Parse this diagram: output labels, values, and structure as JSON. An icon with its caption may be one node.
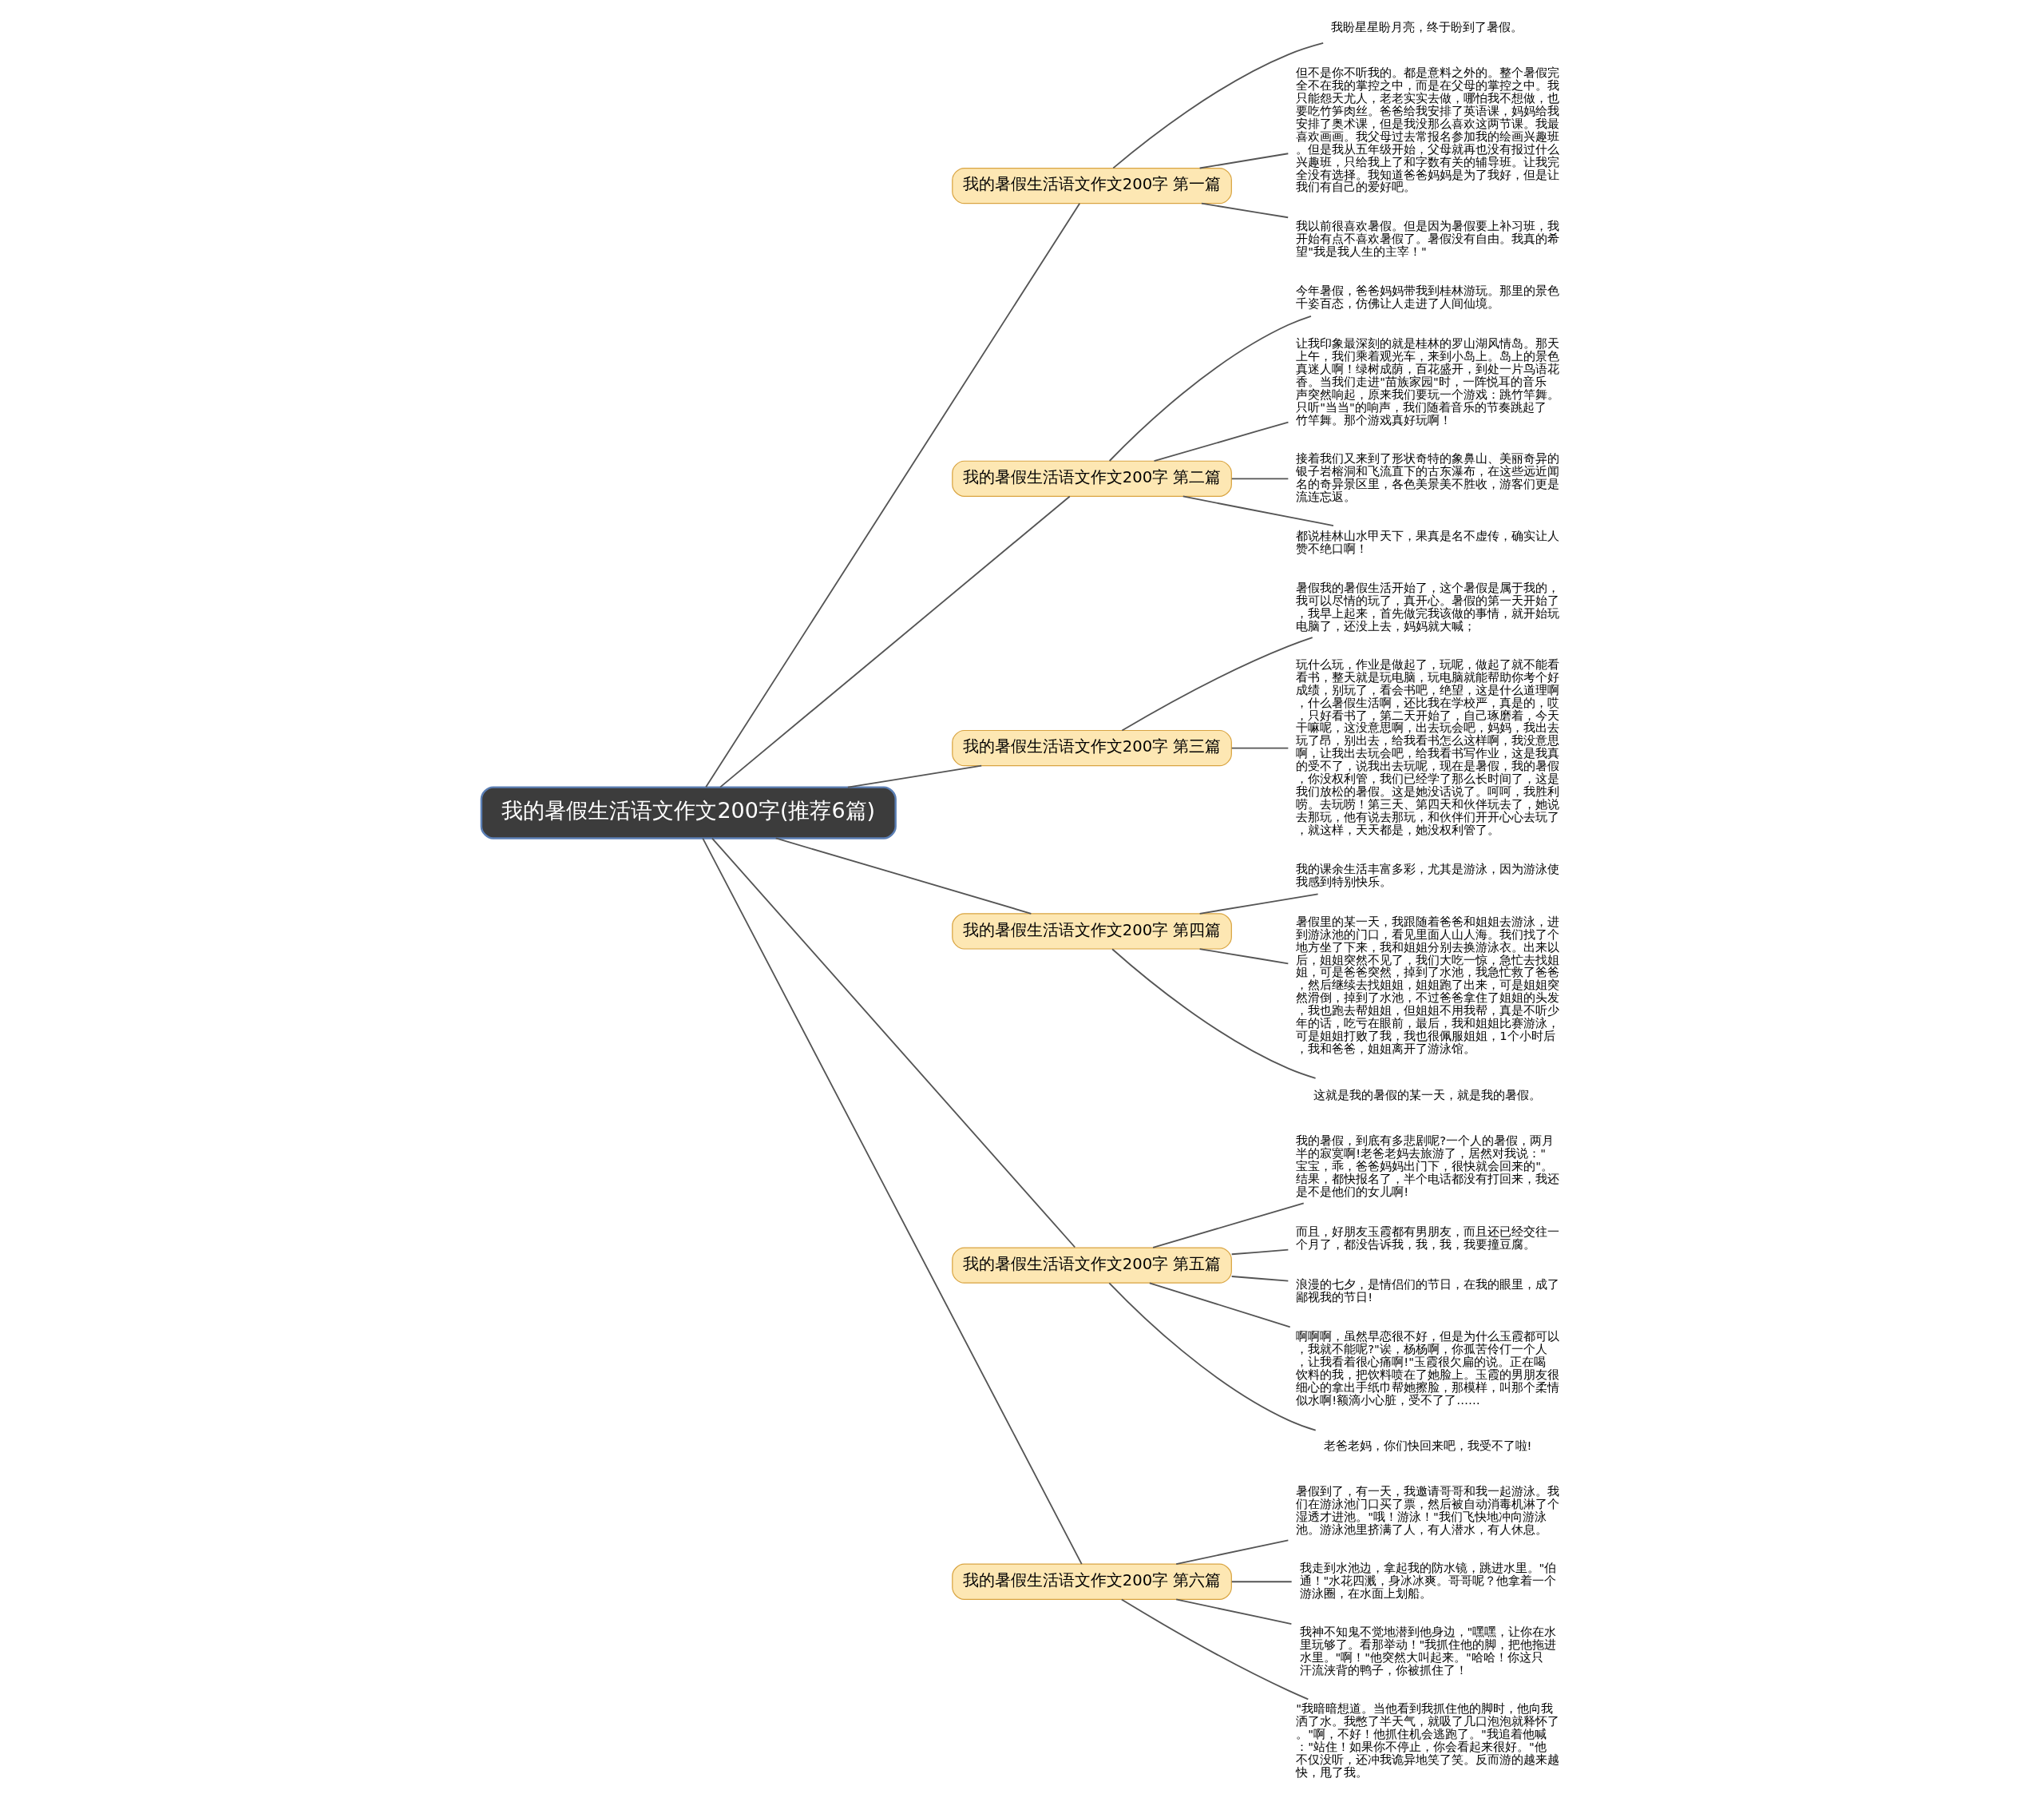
{
  "diagram": {
    "nodes": [
      {
        "text": [
          "我的暑假生活语文作文200字(推荐6篇)"
        ]
      },
      {
        "text": [
          "我的暑假生活语文作文200字 第一篇"
        ]
      },
      {
        "text": [
          "我盼星星盼月亮，终于盼到了暑假。"
        ]
      },
      {
        "text": [
          "但不是你不听我的。都是意料之外的。整个暑假完全不在我的掌控之中，而是在父母的掌控之中。我只能怨天尤人，老老实实去做，哪怕我不想做，也要吃竹笋肉丝。爸爸给我安排了英语课，妈妈给我安排了奥术课，但是我没那么喜欢这两节课。我最喜欢画画。我父母过去常报名参加我的绘画兴趣班。但是我从五年级开始，父母就再也没有报过什么兴趣班，只给我上了和字数有关的辅导班。让我完全没有选择。我知道爸爸妈妈是为了我好，但是让我们有自己的爱好吧。"
        ]
      },
      {
        "text": [
          "我以前很喜欢暑假。但是因为暑假要上补习班，我开始有点不喜欢暑假了。暑假没有自由。我真的希望\"我是我人生的主宰！\""
        ]
      },
      {
        "text": [
          "我的暑假生活语文作文200字 第二篇"
        ]
      },
      {
        "text": [
          "今年暑假，爸爸妈妈带我到桂林游玩。那里的景色千姿百态，仿佛让人走进了人间仙境。"
        ]
      },
      {
        "text": [
          "让我印象最深刻的就是桂林的罗山湖风情岛。那天上午，我们乘着观光车，来到小岛上。岛上的景色真迷人啊！绿树成荫，百花盛开，到处一片鸟语花香。当我们走进\"苗族家园\"时，一阵悦耳的音乐声突然响起，原来我们要玩一个游戏：跳竹竿舞。只听\"当当\"的响声，我们随着音乐的节奏跳起了竹竿舞。那个游戏真好玩啊！"
        ]
      },
      {
        "text": [
          "接着我们又来到了形状奇特的象鼻山、美丽奇异的银子岩榕洞和飞流直下的古东瀑布，在这些远近闻名的奇异景区里，各色美景美不胜收，游客们更是流连忘返。"
        ]
      },
      {
        "text": [
          "都说桂林山水甲天下，果真是名不虚传，确实让人赞不绝口啊！"
        ]
      },
      {
        "text": [
          "我的暑假生活语文作文200字 第三篇"
        ]
      },
      {
        "text": [
          "暑假我的暑假生活开始了，这个暑假是属于我的，我可以尽情的玩了，真开心。暑假的第一天开始了，我早上起来，首先做完我该做的事情，就开始玩电脑了，还没上去，妈妈就大喊；"
        ]
      },
      {
        "text": [
          "玩什么玩，作业是做起了，玩呢，做起了就不能看看书，整天就是玩电脑，玩电脑就能帮助你考个好成绩，别玩了，看会书吧，绝望，这是什么道理啊，什么暑假生活啊，还比我在学校严，真是的，哎，只好看书了，第二天开始了，自己琢磨着，今天干嘛呢，这没意思啊，出去玩会吧，妈妈，我出去玩了昂，别出去，给我看书怎么这样啊，我没意思啊，让我出去玩会吧，给我看书写作业，这是我真的受不了，说我出去玩呢，现在是暑假，我的暑假，你没权利管，我们已经学了那么长时间了，这是我们放松的暑假。这是她没话说了。呵呵，我胜利唠。去玩唠！第三天、第四天和伙伴玩去了，她说去那玩，他有说去那玩，和伙伴们开开心心去玩了，就这样，天天都是，她没权利管了。"
        ]
      },
      {
        "text": [
          "我的暑假生活语文作文200字 第四篇"
        ]
      },
      {
        "text": [
          "我的课余生活丰富多彩，尤其是游泳，因为游泳使我感到特别快乐。"
        ]
      },
      {
        "text": [
          "暑假里的某一天，我跟随着爸爸和姐姐去游泳，进到游泳池的门口，看见里面人山人海。我们找了个地方坐了下来，我和姐姐分别去换游泳衣。出来以后，姐姐突然不见了，我们大吃一惊，急忙去找姐姐，可是爸爸突然，掉到了水池，我急忙救了爸爸，然后继续去找姐姐，姐姐跑了出来，可是姐姐突然滑倒，掉到了水池，不过爸爸拿住了姐姐的头发，我也跑去帮姐姐，但姐姐不用我帮，真是不听少年的话，吃亏在眼前，最后，我和姐姐比赛游泳，可是姐姐打败了我，我也很佩服姐姐，1个小时后，我和爸爸，姐姐离开了游泳馆。"
        ]
      },
      {
        "text": [
          "这就是我的暑假的某一天，就是我的暑假。"
        ]
      },
      {
        "text": [
          "我的暑假生活语文作文200字 第五篇"
        ]
      },
      {
        "text": [
          "我的暑假，到底有多悲剧呢?一个人的暑假，两月半的寂寞啊!老爸老妈去旅游了，居然对我说：\"宝宝，乖，爸爸妈妈出门下，很快就会回来的\"。结果，都快报名了，半个电话都没有打回来，我还是不是他们的女儿啊!"
        ]
      },
      {
        "text": [
          "而且，好朋友玉霞都有男朋友，而且还已经交往一个月了，都没告诉我，我，我，我要撞豆腐。"
        ]
      },
      {
        "text": [
          "浪漫的七夕，是情侣们的节日，在我的眼里，成了鄙视我的节日!"
        ]
      },
      {
        "text": [
          "啊啊啊，虽然早恋很不好，但是为什么玉霞都可以，我就不能呢?\"诶，杨杨啊，你孤苦伶仃一个人，让我看着很心痛啊!\"玉霞很欠扁的说。正在喝饮料的我，把饮料喷在了她脸上。玉霞的男朋友很细心的拿出手纸巾帮她擦脸，那模样，叫那个柔情似水啊!额滴小心脏，受不了了……"
        ]
      },
      {
        "text": [
          "老爸老妈，你们快回来吧，我受不了啦!"
        ]
      },
      {
        "text": [
          "我的暑假生活语文作文200字 第六篇"
        ]
      },
      {
        "text": [
          "暑假到了，有一天，我邀请哥哥和我一起游泳。我们在游泳池门口买了票，然后被自动消毒机淋了个湿透才进池。\"哦！游泳！\"我们飞快地冲向游泳池。游泳池里挤满了人，有人潜水，有人休息。"
        ]
      },
      {
        "text": [
          "我走到水池边，拿起我的防水镜，跳进水里。\"伯通！\"水花四溅，身冰冰爽。哥哥呢？他拿着一个游泳圈，在水面上划船。"
        ]
      },
      {
        "text": [
          "我神不知鬼不觉地潜到他身边，\"嘿嘿，让你在水里玩够了。看那举动！\"我抓住他的脚，把他拖进水里。\"啊！\"他突然大叫起来。\"哈哈！你这只汗流浃背的鸭子，你被抓住了！"
        ]
      },
      {
        "text": [
          "\"我暗暗想道。当他看到我抓住他的脚时，他向我洒了水。我憋了半天气，就吸了几口泡泡就释怀了。\"啊，不好！他抓住机会逃跑了。\"我追着他喊：\"站住！如果你不停止，你会看起来很好。\"他不仅没听，还冲我诡异地笑了笑。反而游的越来越快，甩了我。"
        ]
      }
    ],
    "edges": [
      {
        "from": 0,
        "to": 1,
        "arrow": "none"
      },
      {
        "from": 1,
        "to": 2,
        "arrow": "none"
      },
      {
        "from": 1,
        "to": 3,
        "arrow": "none"
      },
      {
        "from": 1,
        "to": 4,
        "arrow": "none"
      },
      {
        "from": 0,
        "to": 5,
        "arrow": "none"
      },
      {
        "from": 5,
        "to": 6,
        "arrow": "none"
      },
      {
        "from": 5,
        "to": 7,
        "arrow": "none"
      },
      {
        "from": 5,
        "to": 8,
        "arrow": "none"
      },
      {
        "from": 5,
        "to": 9,
        "arrow": "none"
      },
      {
        "from": 0,
        "to": 10,
        "arrow": "none"
      },
      {
        "from": 10,
        "to": 11,
        "arrow": "none"
      },
      {
        "from": 10,
        "to": 12,
        "arrow": "none"
      },
      {
        "from": 0,
        "to": 13,
        "arrow": "none"
      },
      {
        "from": 13,
        "to": 14,
        "arrow": "none"
      },
      {
        "from": 13,
        "to": 15,
        "arrow": "none"
      },
      {
        "from": 13,
        "to": 16,
        "arrow": "none"
      },
      {
        "from": 0,
        "to": 17,
        "arrow": "none"
      },
      {
        "from": 17,
        "to": 18,
        "arrow": "none"
      },
      {
        "from": 17,
        "to": 19,
        "arrow": "none"
      },
      {
        "from": 17,
        "to": 20,
        "arrow": "none"
      },
      {
        "from": 17,
        "to": 21,
        "arrow": "none"
      },
      {
        "from": 17,
        "to": 22,
        "arrow": "none"
      },
      {
        "from": 0,
        "to": 23,
        "arrow": "none"
      },
      {
        "from": 23,
        "to": 24,
        "arrow": "none"
      },
      {
        "from": 23,
        "to": 25,
        "arrow": "none"
      },
      {
        "from": 23,
        "to": 26,
        "arrow": "none"
      },
      {
        "from": 23,
        "to": 27,
        "arrow": "none"
      }
    ]
  }
}
